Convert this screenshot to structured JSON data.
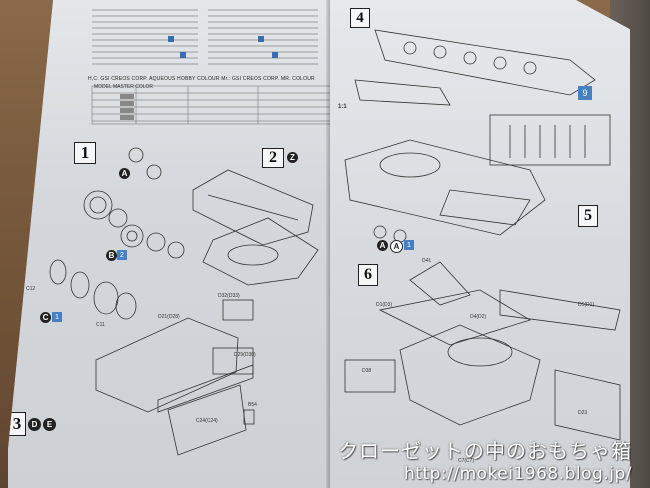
{
  "scene": {
    "paint_header_1": "H,C: GSI CREOS CORP. AQUEOUS HOBBY COLOUR  Mr.: GSI CREOS CORP. MR. COLOUR",
    "paint_header_2": "MODEL MASTER COLOR",
    "steps": [
      {
        "number": "1"
      },
      {
        "number": "2",
        "badge": "Z"
      },
      {
        "number": "3",
        "badge_a": "D",
        "badge_b": "E"
      },
      {
        "number": "4"
      },
      {
        "number": "5"
      },
      {
        "number": "6"
      }
    ],
    "part_labels": {
      "d32": "D32(D33)",
      "d29": "D29(D30)",
      "d21": "D21(D28)",
      "c24": "C24(C24)",
      "b54": "B54",
      "c11": "C11",
      "c12": "C12",
      "d1": "D1(D3)",
      "d4": "D4(D2)",
      "d41": "D41",
      "d23": "D23",
      "d38": "D38",
      "c7": "C7(C7)",
      "d5": "D5(D1)"
    },
    "callouts": {
      "A": "A",
      "B": "B",
      "C": "C",
      "A_paren": "A",
      "scale": "1:1"
    }
  },
  "watermark": {
    "line1": "クローゼットの中のおもちゃ箱",
    "line2": "http://mokei1968.blog.jp/"
  },
  "colors": {
    "paper": "#d9dde0",
    "desk": "#7a5b3d",
    "accent_blue": "#4a7fc4",
    "ink": "#222222"
  }
}
